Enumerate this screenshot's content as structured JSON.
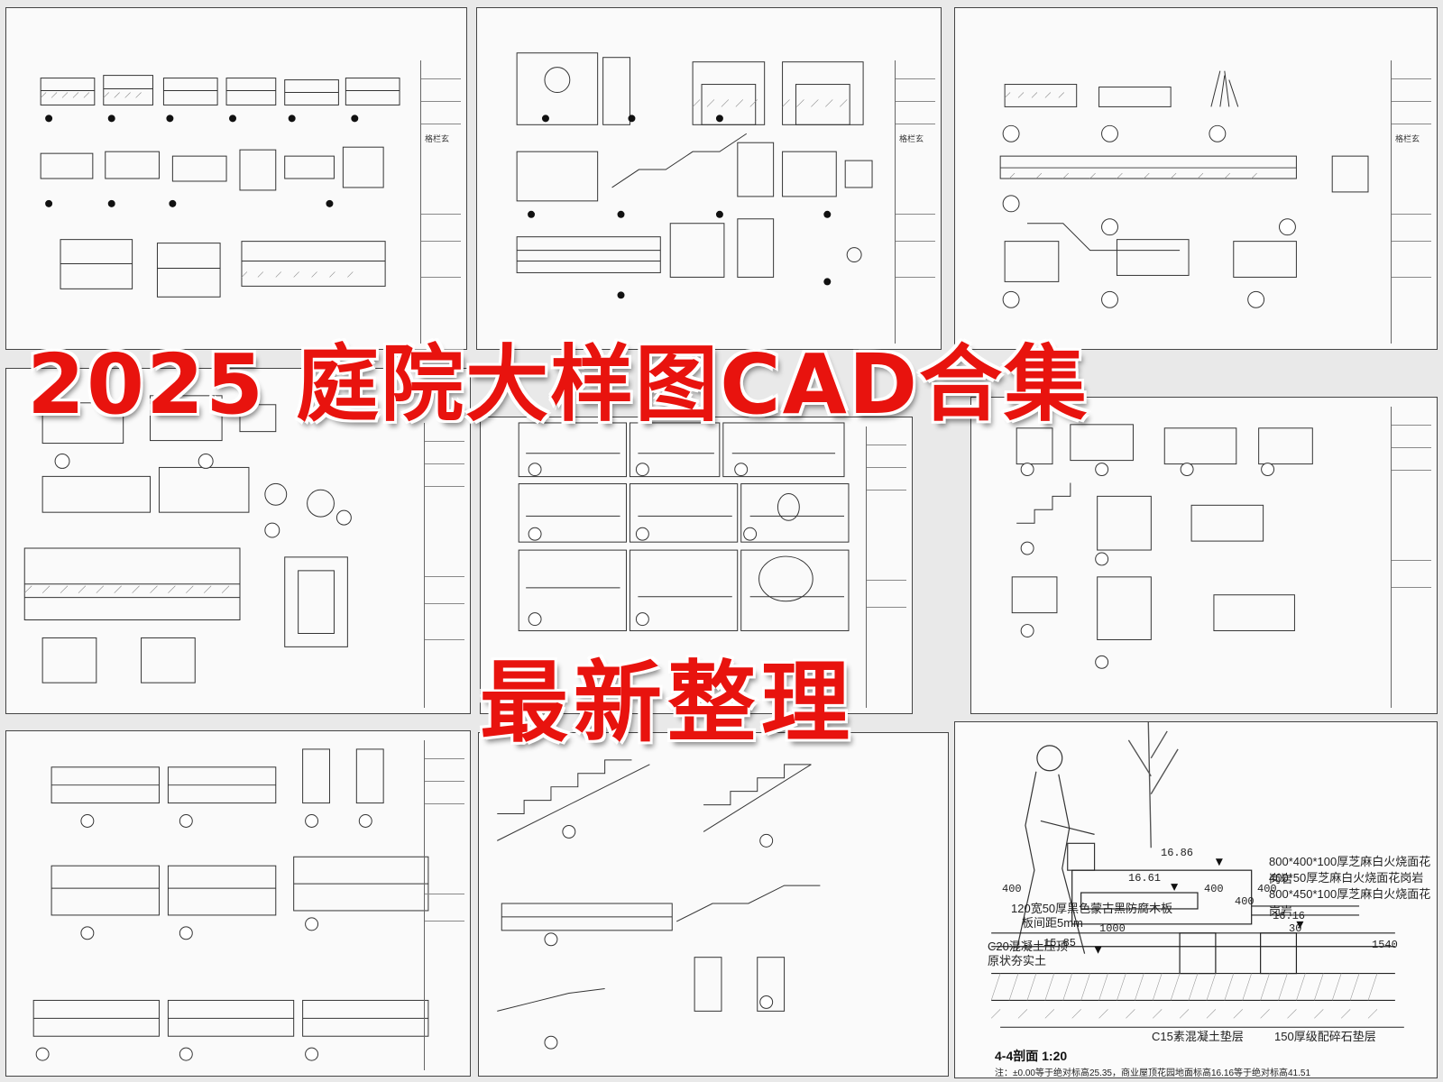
{
  "headline": {
    "main": "2025 庭院大样图CAD合集",
    "sub": "最新整理"
  },
  "sheets": [
    {
      "name": "sheet-1",
      "title_block_label": "格栏玄"
    },
    {
      "name": "sheet-2",
      "title_block_label": "格栏玄"
    },
    {
      "name": "sheet-3",
      "title_block_label": "格栏玄"
    }
  ],
  "section_drawing": {
    "title": "4-4剖面  1:20",
    "elevations": [
      "16.86",
      "16.61",
      "16.16",
      "15.85"
    ],
    "dimensions": [
      "400",
      "400",
      "1000",
      "400",
      "400",
      "30",
      "1540"
    ],
    "notes": [
      "800*400*100厚芝麻白火烧面花岗岩",
      "400*50厚芝麻白火烧面花岗岩",
      "800*450*100厚芝麻白火烧面花岗岩",
      "120宽50厚黑色蒙古黑防腐木板",
      "板间距5mm",
      "C20混凝土压顶",
      "原状夯实土",
      "C15素混凝土垫层",
      "150厚级配碎石垫层"
    ],
    "footnote": "注：±0.00等于绝对标高25.35，商业屋顶花园地面标高16.16等于绝对标高41.51"
  }
}
